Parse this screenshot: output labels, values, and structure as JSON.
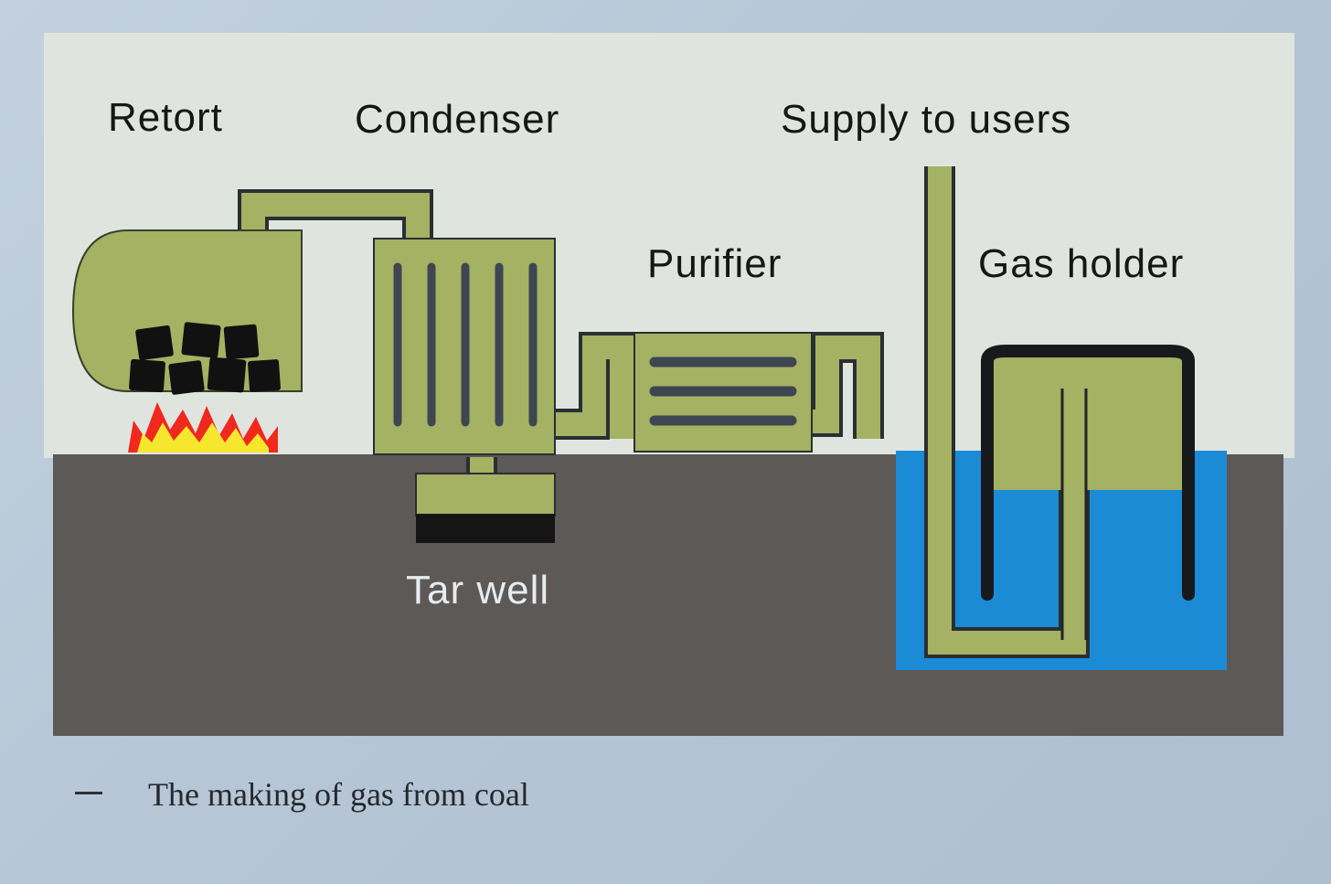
{
  "diagram": {
    "labels": {
      "retort": "Retort",
      "condenser": "Condenser",
      "supply": "Supply to users",
      "purifier": "Purifier",
      "gas_holder": "Gas holder",
      "tar_well": "Tar well"
    },
    "caption_marker": "—",
    "caption": "The making of gas from coal"
  },
  "colors": {
    "sky": "#dfe5de",
    "ground": "#5c5957",
    "pipe": "#a5b163",
    "outline": "#2a2f33",
    "water": "#1b8bd6",
    "tar": "#151515",
    "coal": "#111111",
    "flame_red": "#f0281e",
    "flame_yellow": "#f7e62e"
  }
}
